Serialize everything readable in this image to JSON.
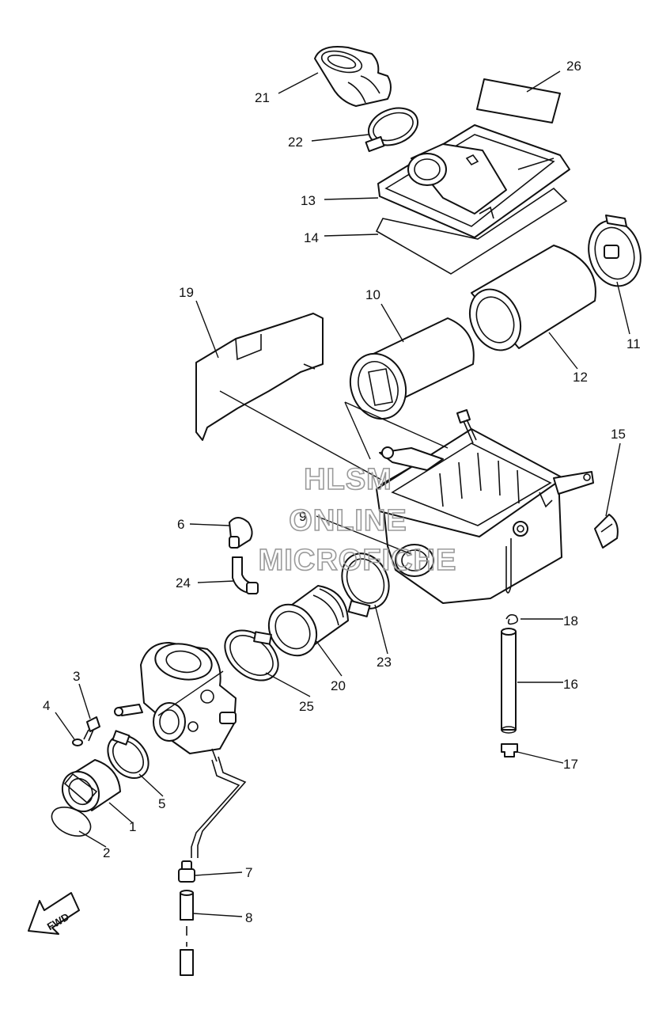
{
  "callouts": [
    {
      "id": "1",
      "text": "1"
    },
    {
      "id": "2",
      "text": "2"
    },
    {
      "id": "3",
      "text": "3"
    },
    {
      "id": "4",
      "text": "4"
    },
    {
      "id": "5",
      "text": "5"
    },
    {
      "id": "6",
      "text": "6"
    },
    {
      "id": "7",
      "text": "7"
    },
    {
      "id": "8",
      "text": "8"
    },
    {
      "id": "9",
      "text": "9"
    },
    {
      "id": "10",
      "text": "10"
    },
    {
      "id": "11",
      "text": "11"
    },
    {
      "id": "12",
      "text": "12"
    },
    {
      "id": "13",
      "text": "13"
    },
    {
      "id": "14",
      "text": "14"
    },
    {
      "id": "15",
      "text": "15"
    },
    {
      "id": "16",
      "text": "16"
    },
    {
      "id": "17",
      "text": "17"
    },
    {
      "id": "18",
      "text": "18"
    },
    {
      "id": "19",
      "text": "19"
    },
    {
      "id": "20",
      "text": "20"
    },
    {
      "id": "21",
      "text": "21"
    },
    {
      "id": "22",
      "text": "22"
    },
    {
      "id": "23",
      "text": "23"
    },
    {
      "id": "24",
      "text": "24"
    },
    {
      "id": "25",
      "text": "25"
    },
    {
      "id": "26",
      "text": "26"
    }
  ],
  "watermark": {
    "line1": "HLSM",
    "line2": "ONLINE",
    "line3": "MICROFICHE"
  },
  "direction_marker": {
    "label": "FWD"
  }
}
